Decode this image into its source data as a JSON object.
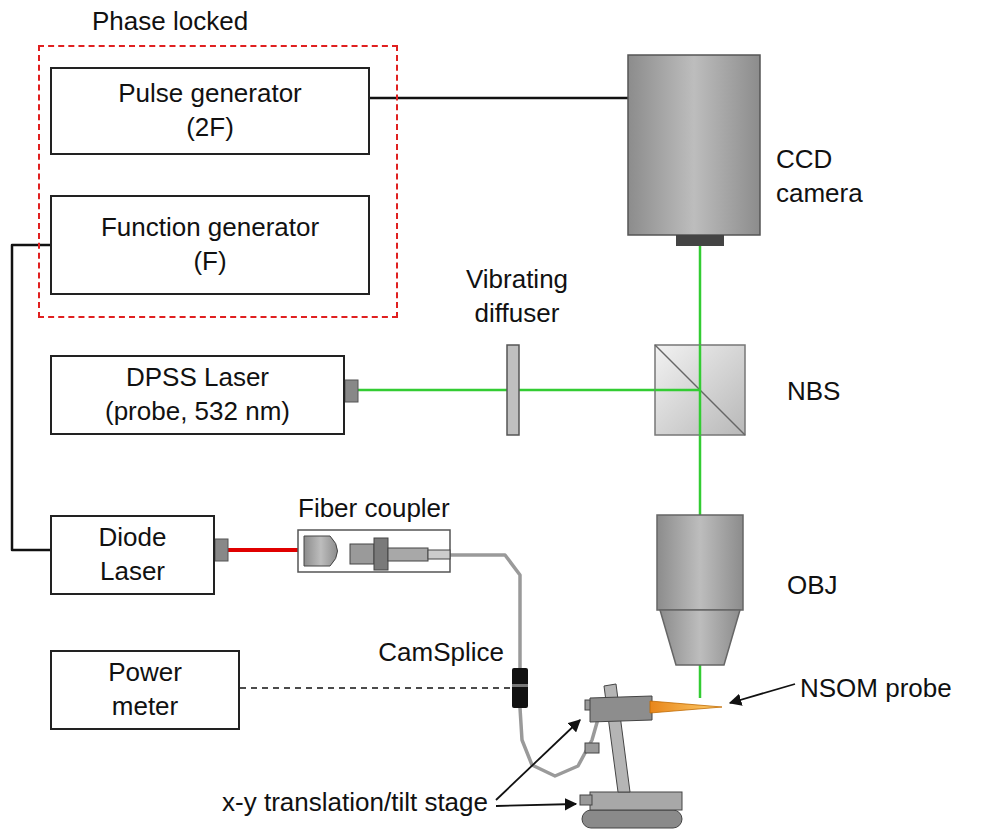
{
  "diagram": {
    "nodes": [
      {
        "text": [
          "Phase locked"
        ]
      },
      {
        "text": [
          "Pulse generator (2F)"
        ],
        "in": 0
      },
      {
        "text": [
          "Function generator (F)"
        ],
        "in": 0
      },
      {
        "text": [
          "CCD camera"
        ]
      },
      {
        "text": [
          "Vibrating diffuser"
        ]
      },
      {
        "text": [
          "DPSS Laser (probe, 532 nm)"
        ]
      },
      {
        "text": [
          "NBS"
        ]
      },
      {
        "text": [
          "OBJ"
        ]
      },
      {
        "text": [
          "Diode Laser"
        ]
      },
      {
        "text": [
          "Fiber coupler"
        ]
      },
      {
        "text": [
          "CamSplice"
        ]
      },
      {
        "text": [
          "Power meter"
        ]
      },
      {
        "text": [
          "NSOM probe"
        ]
      }
    ],
    "edges": [
      {
        "from": 1,
        "to": 3,
        "arrow": "none"
      },
      {
        "from": 2,
        "to": 8,
        "arrow": "none"
      },
      {
        "from": 5,
        "to": 4,
        "arrow": "none"
      },
      {
        "from": 4,
        "to": 6,
        "arrow": "none"
      },
      {
        "from": 6,
        "to": 3,
        "arrow": "none"
      },
      {
        "from": 6,
        "to": 7,
        "arrow": "none"
      },
      {
        "from": 7,
        "to": 12,
        "arrow": "none"
      },
      {
        "from": 8,
        "to": 9,
        "arrow": "none"
      },
      {
        "from": 9,
        "to": 10,
        "arrow": "none"
      },
      {
        "from": 11,
        "to": 10,
        "arrow": "none"
      },
      {
        "from": 10,
        "to": 12,
        "arrow": "none"
      }
    ],
    "labels": [
      "x-y translation/tilt stage"
    ]
  }
}
